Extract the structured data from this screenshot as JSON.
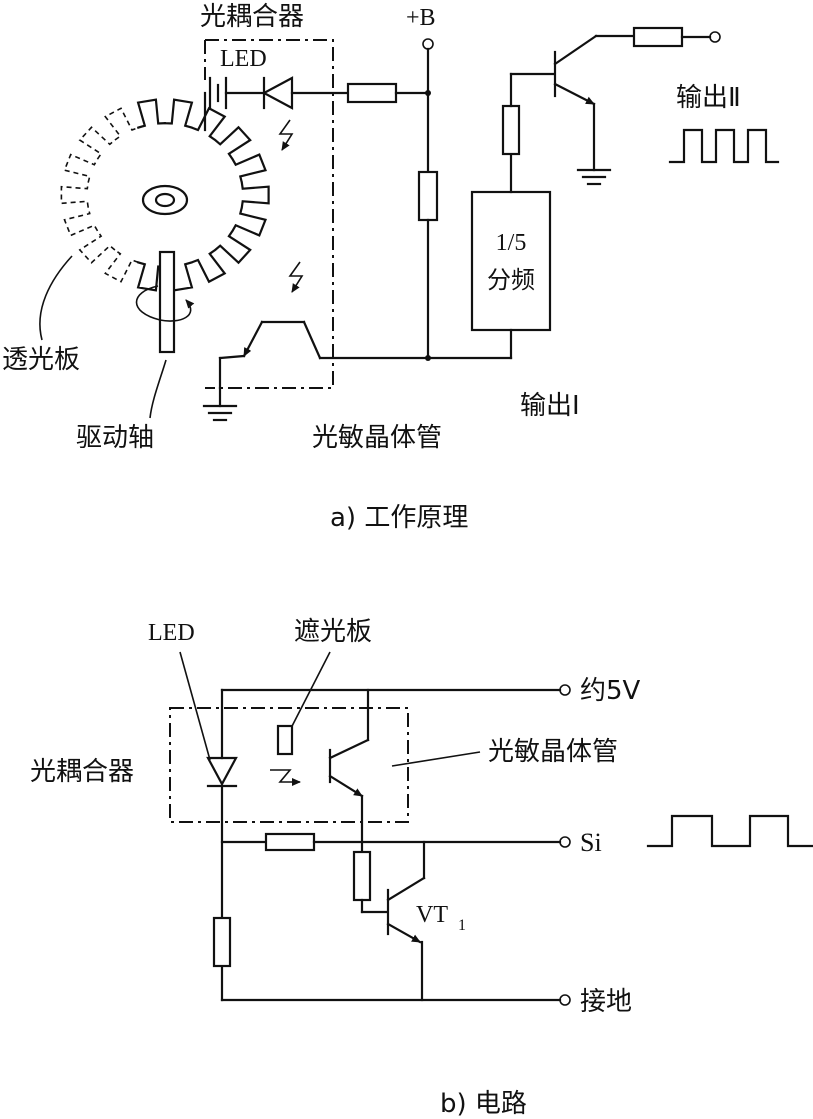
{
  "diagram_a": {
    "caption": "a) 工作原理",
    "labels": {
      "optocoupler": "光耦合器",
      "led": "LED",
      "plus_b": "+B",
      "output_2": "输出Ⅱ",
      "divider": "1/5\n分频",
      "divider_line1": "1/5",
      "divider_line2": "分频",
      "translucent_plate": "透光板",
      "drive_shaft": "驱动轴",
      "phototransistor": "光敏晶体管",
      "output_1": "输出Ⅰ"
    }
  },
  "diagram_b": {
    "caption": "b) 电路",
    "labels": {
      "led": "LED",
      "shade_plate": "遮光板",
      "supply": "约5V",
      "optocoupler": "光耦合器",
      "phototransistor": "光敏晶体管",
      "signal": "Si",
      "transistor": "VT",
      "transistor_sub": "1",
      "ground": "接地"
    }
  }
}
